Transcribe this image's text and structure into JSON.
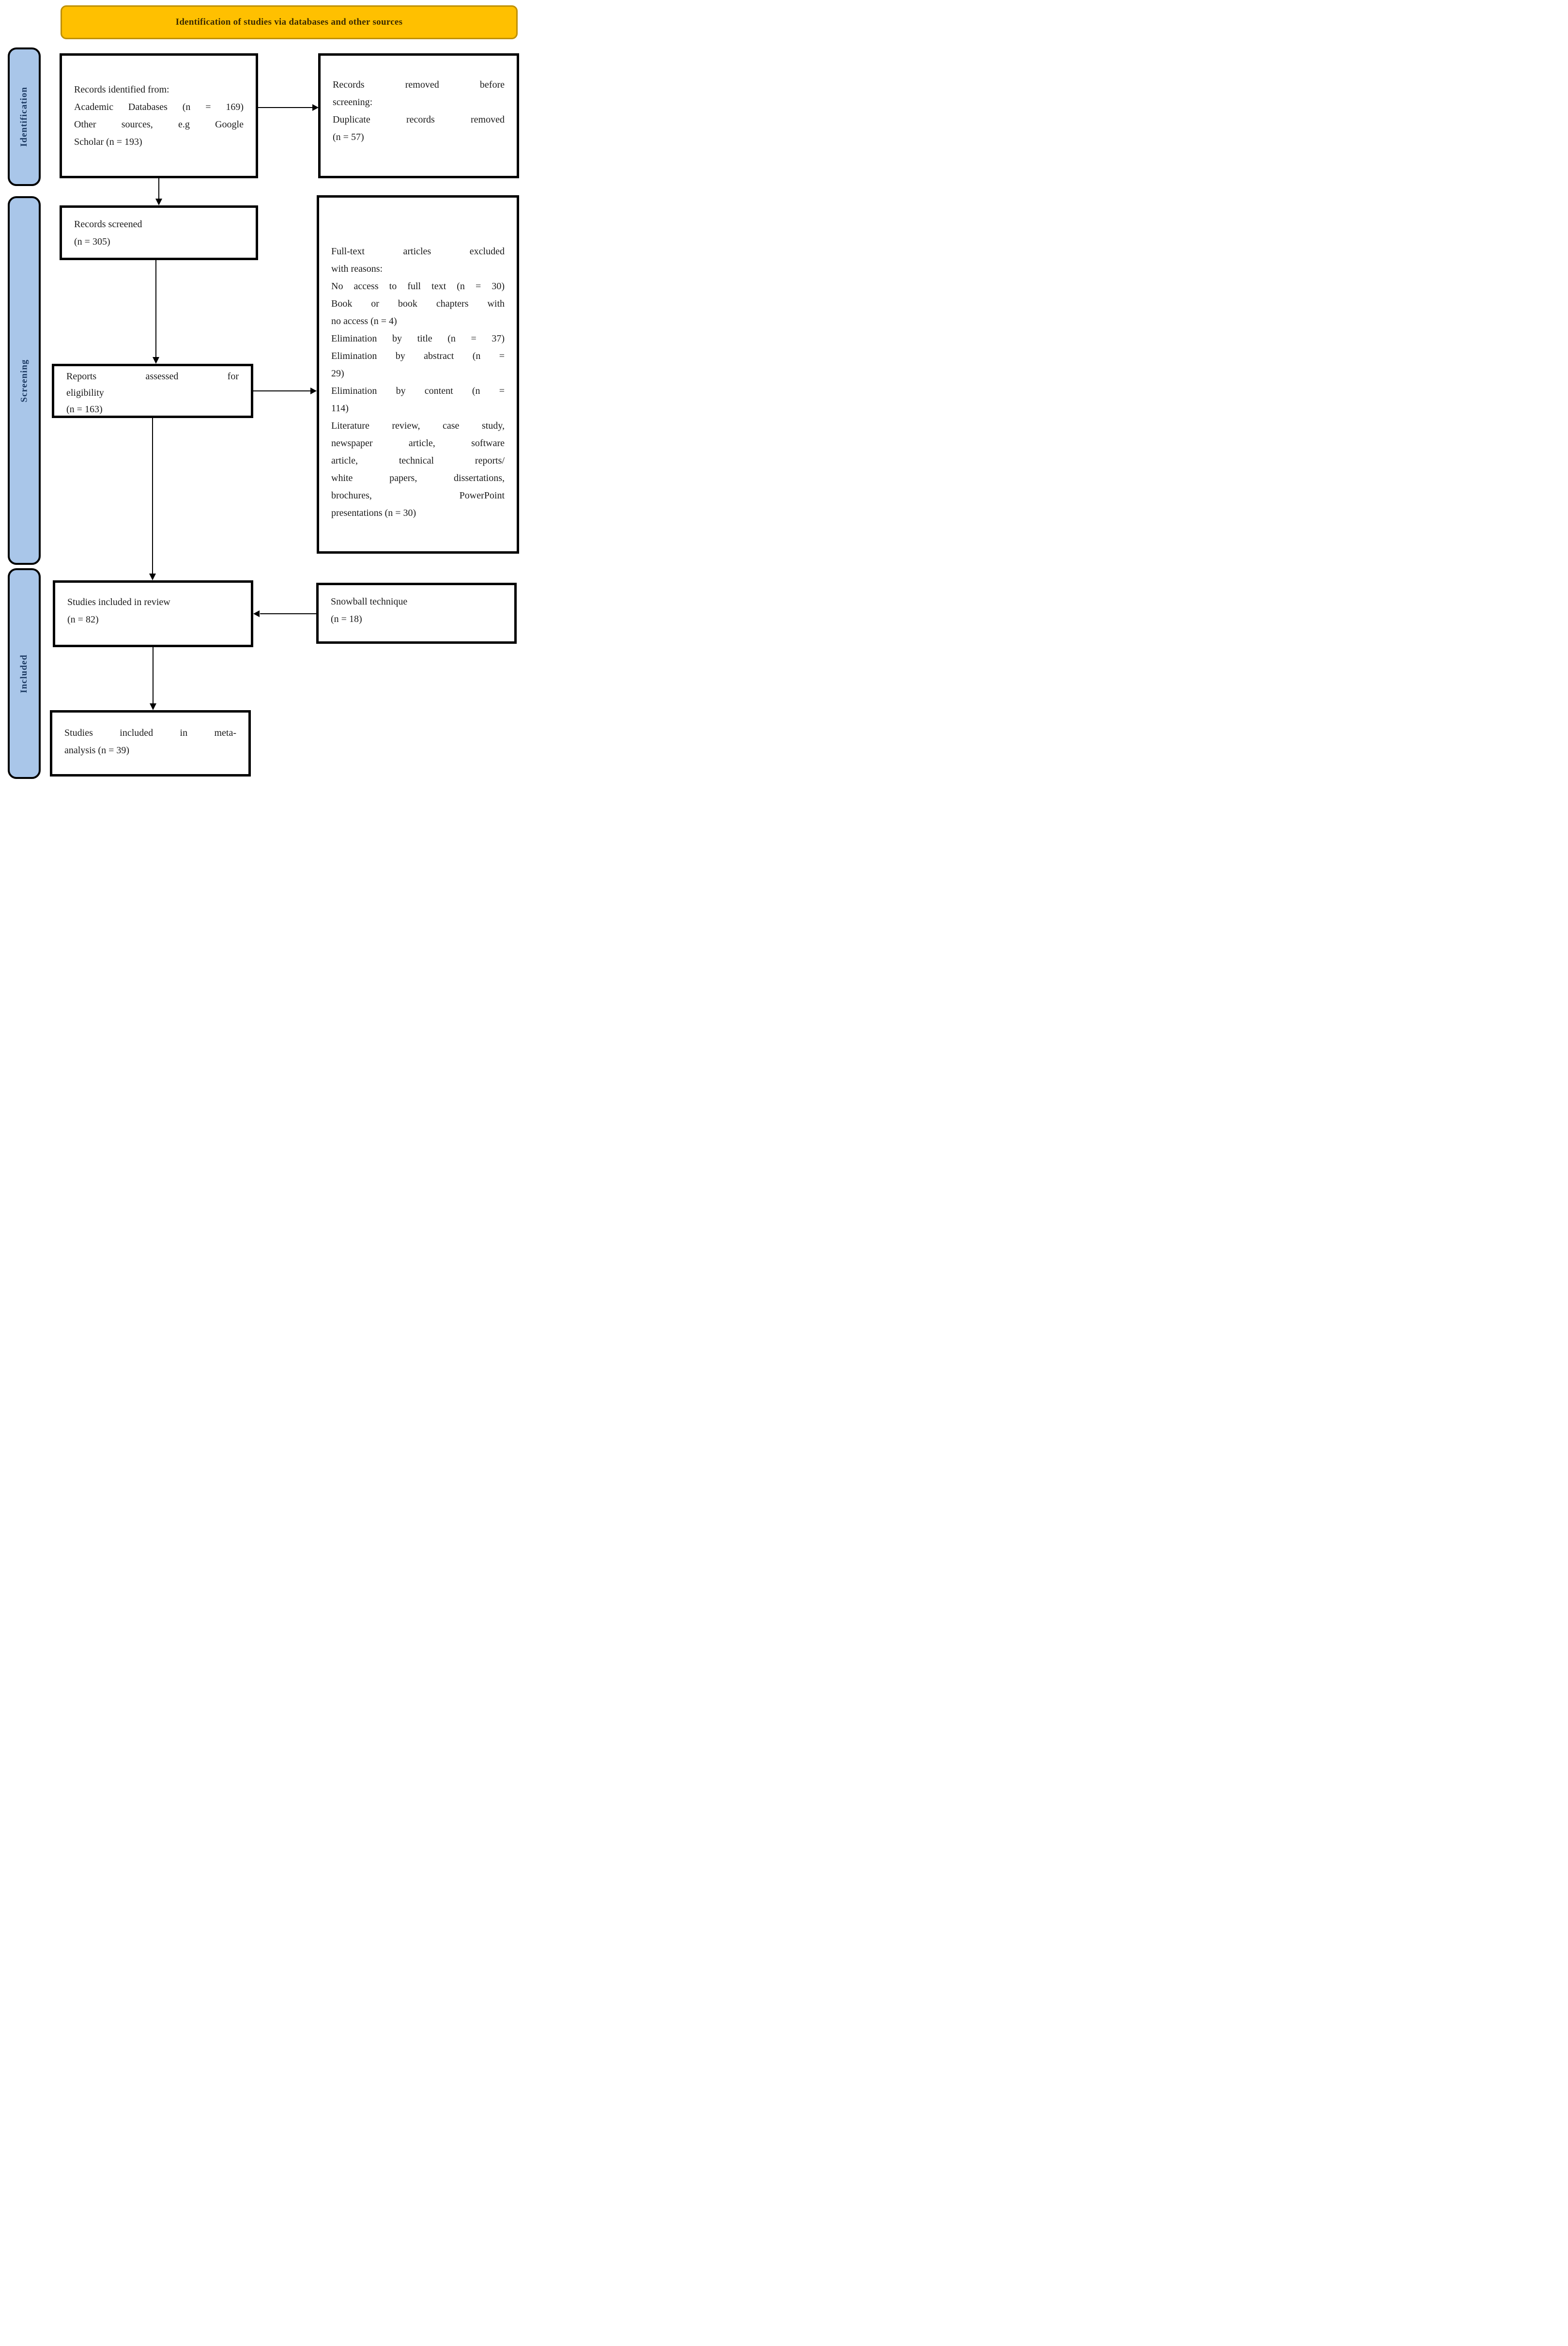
{
  "banner": {
    "title": "Identification of studies via databases and other sources"
  },
  "sidebar": {
    "identification": "Identification",
    "screening": "Screening",
    "included": "Included"
  },
  "boxes": {
    "records_identified": {
      "lines": [
        "Records identified from:",
        "Academic Databases (n = 169)",
        "Other sources, e.g Google",
        "Scholar (n = 193)"
      ]
    },
    "records_removed": {
      "lines": [
        "Records removed before",
        "screening:",
        "Duplicate records removed",
        "(n = 57)"
      ]
    },
    "records_screened": {
      "lines": [
        "Records screened",
        "(n = 305)"
      ]
    },
    "reports_assessed": {
      "lines": [
        "Reports assessed for",
        "eligibility",
        "(n = 163)"
      ]
    },
    "fulltext_excluded": {
      "lines": [
        "Full-text articles excluded",
        "with reasons:",
        "No access to full text (n = 30)",
        "Book or book chapters with",
        "no access (n = 4)",
        "Elimination by title (n = 37)",
        "Elimination by abstract (n =",
        "29)",
        "Elimination by content (n =",
        "114)",
        "Literature review, case study,",
        "newspaper article, software",
        "article, technical reports/",
        "white papers, dissertations,",
        "brochures, PowerPoint",
        "presentations (n = 30)"
      ]
    },
    "studies_included_review": {
      "lines": [
        "Studies included in review",
        "(n = 82)"
      ]
    },
    "snowball": {
      "lines": [
        "Snowball technique",
        "(n = 18)"
      ]
    },
    "studies_included_meta": {
      "lines": [
        "Studies included in meta-",
        "analysis (n = 39)"
      ]
    }
  },
  "colors": {
    "banner_fill": "#FFC000",
    "banner_border": "#BF9000",
    "stage_fill": "#A9C6E9",
    "stage_text": "#1C3A63",
    "box_border": "#000000"
  }
}
